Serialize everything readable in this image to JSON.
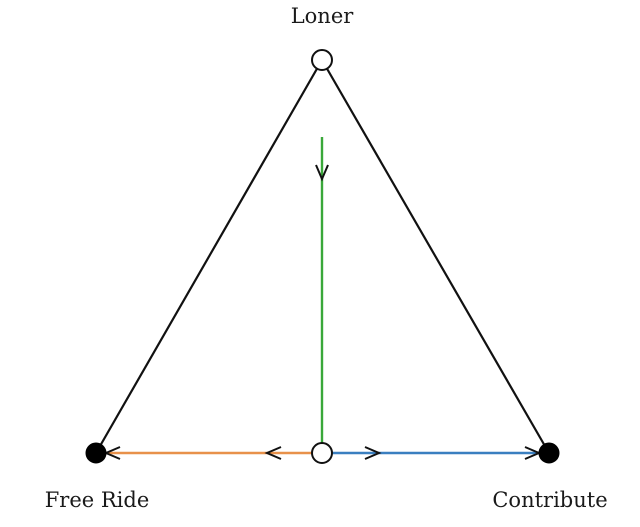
{
  "vertices": {
    "top": {
      "label": "Loner",
      "marker": "open-circle"
    },
    "left": {
      "label": "Free Ride",
      "marker": "filled-circle"
    },
    "right": {
      "label": "Contribute",
      "marker": "filled-circle"
    },
    "mid_bottom": {
      "label": "",
      "marker": "open-circle"
    }
  },
  "trajectories": [
    {
      "name": "loner-to-midpoint",
      "color": "#3aa83a",
      "direction": "downward"
    },
    {
      "name": "midpoint-to-free-ride",
      "color": "#e8914a",
      "direction": "leftward"
    },
    {
      "name": "midpoint-to-contribute",
      "color": "#3a7fc0",
      "direction": "rightward"
    }
  ],
  "edge_color": "#111111"
}
